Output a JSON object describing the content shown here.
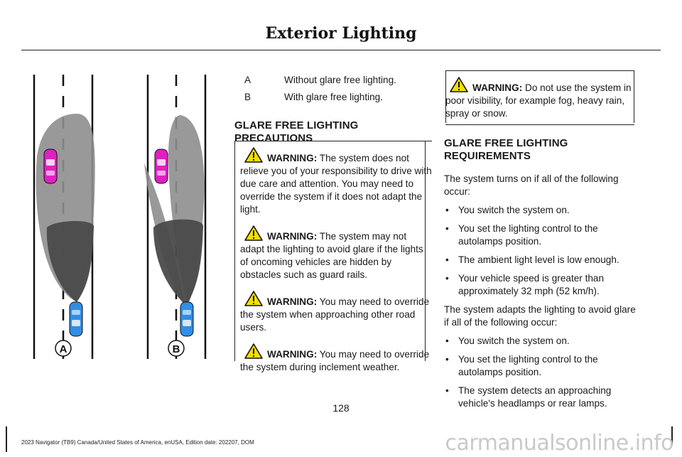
{
  "header": {
    "title": "Exterior Lighting"
  },
  "figure": {
    "label_a": "A",
    "label_b": "B"
  },
  "legend": [
    {
      "letter": "A",
      "text": "Without glare free lighting."
    },
    {
      "letter": "B",
      "text": "With glare free lighting."
    }
  ],
  "precautions": {
    "heading": "GLARE FREE LIGHTING PRECAUTIONS",
    "warnings": [
      {
        "label": "WARNING:",
        "text": " The system does not relieve you of your responsibility to drive with due care and attention. You may need to override the system if it does not adapt the light."
      },
      {
        "label": "WARNING:",
        "text": " The system may not adapt the lighting to avoid glare if the lights of oncoming vehicles are hidden by obstacles such as guard rails."
      },
      {
        "label": "WARNING:",
        "text": " You may need to override the system when approaching other road users."
      },
      {
        "label": "WARNING:",
        "text": " You may need to override the system during inclement weather."
      }
    ]
  },
  "right_warning": {
    "label": "WARNING:",
    "text": " Do not use the system in poor visibility, for example fog, heavy rain, spray or snow."
  },
  "requirements": {
    "heading": "GLARE FREE LIGHTING REQUIREMENTS",
    "intro1": "The system turns on if all of the following occur:",
    "list1": [
      "You switch the system on.",
      "You set the lighting control to the autolamps position.",
      "The ambient light level is low enough.",
      "Your vehicle speed is greater than approximately 32 mph (52 km/h)."
    ],
    "intro2": "The system adapts the lighting to avoid glare if all of the following occur:",
    "list2": [
      "You switch the system on.",
      "You set the lighting control to the autolamps position.",
      "The system detects an approaching vehicle's headlamps or rear lamps."
    ]
  },
  "page_number": "128",
  "footer": "2023 Navigator (TB9) Canada/United States of America, enUSA, Edition date: 202207, DOM",
  "watermark": "carmanualsonline.info",
  "colors": {
    "pink_car": "#e020c0",
    "blue_car": "#2f8ee6",
    "beam_light": "#8e8e8e",
    "beam_dark": "#4a4a4a"
  }
}
